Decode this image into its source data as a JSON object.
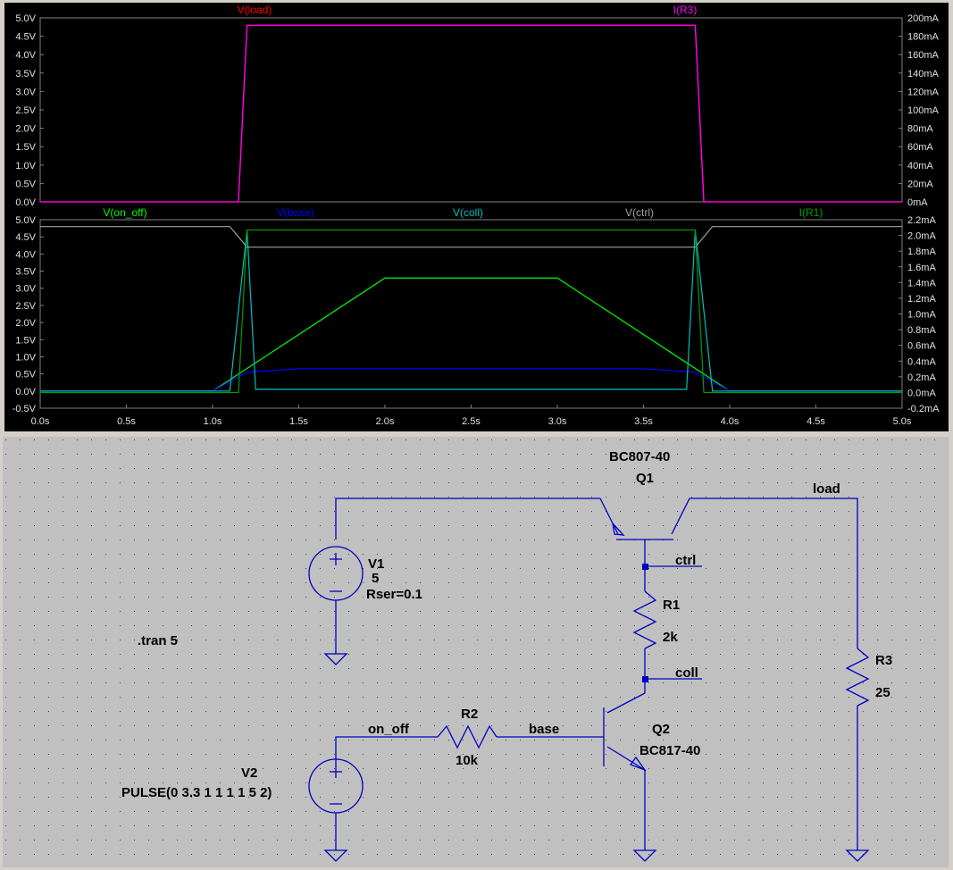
{
  "plot": {
    "top_pane": {
      "left_axis_ticks": [
        "5.0V",
        "4.5V",
        "4.0V",
        "3.5V",
        "3.0V",
        "2.5V",
        "2.0V",
        "1.5V",
        "1.0V",
        "0.5V",
        "0.0V"
      ],
      "right_axis_ticks": [
        "200mA",
        "180mA",
        "160mA",
        "140mA",
        "120mA",
        "100mA",
        "80mA",
        "60mA",
        "40mA",
        "20mA",
        "0mA"
      ],
      "trace_labels": [
        {
          "text": "V(load)",
          "color": "#ff0000"
        },
        {
          "text": "I(R3)",
          "color": "#ff00ff"
        }
      ]
    },
    "bottom_pane": {
      "left_axis_ticks": [
        "5.0V",
        "4.5V",
        "4.0V",
        "3.5V",
        "3.0V",
        "2.5V",
        "2.0V",
        "1.5V",
        "1.0V",
        "0.5V",
        "0.0V",
        "-0.5V"
      ],
      "right_axis_ticks": [
        "2.2mA",
        "2.0mA",
        "1.8mA",
        "1.6mA",
        "1.4mA",
        "1.2mA",
        "1.0mA",
        "0.8mA",
        "0.6mA",
        "0.4mA",
        "0.2mA",
        "0.0mA",
        "-0.2mA"
      ],
      "trace_labels": [
        {
          "text": "V(on_off)",
          "color": "#00ff00"
        },
        {
          "text": "V(base)",
          "color": "#0000ff"
        },
        {
          "text": "V(coll)",
          "color": "#00c0c0"
        },
        {
          "text": "V(ctrl)",
          "color": "#a0a0a0"
        },
        {
          "text": "I(R1)",
          "color": "#00a000"
        }
      ]
    },
    "x_axis_ticks": [
      "0.0s",
      "0.5s",
      "1.0s",
      "1.5s",
      "2.0s",
      "2.5s",
      "3.0s",
      "3.5s",
      "4.0s",
      "4.5s",
      "5.0s"
    ]
  },
  "chart_data": [
    {
      "type": "line",
      "x": [
        0,
        1.15,
        1.2,
        3.8,
        3.85,
        5
      ],
      "xlim": [
        0,
        5
      ],
      "ylim": [
        0,
        5
      ],
      "series": [
        {
          "name": "V(load)",
          "values": [
            0,
            0,
            4.8,
            4.8,
            0,
            0
          ],
          "color": "#ff0000"
        },
        {
          "name": "I(R3)",
          "values": [
            0,
            0,
            192,
            192,
            0,
            0
          ],
          "color": "#ff00ff",
          "unit": "mA"
        }
      ]
    },
    {
      "type": "line",
      "xlim": [
        0,
        5
      ],
      "ylim": [
        -0.5,
        5
      ],
      "series": [
        {
          "name": "V(on_off)",
          "x": [
            0,
            1,
            2,
            3,
            4,
            5
          ],
          "values": [
            0,
            0,
            3.3,
            3.3,
            0,
            0
          ],
          "color": "#00ff00"
        },
        {
          "name": "V(base)",
          "x": [
            0,
            1,
            1.2,
            1.5,
            3.5,
            3.8,
            4,
            5
          ],
          "values": [
            0,
            0,
            0.55,
            0.65,
            0.65,
            0.55,
            0,
            0
          ],
          "color": "#0000ff"
        },
        {
          "name": "V(coll)",
          "x": [
            0,
            1.1,
            1.2,
            1.25,
            3.75,
            3.8,
            3.9,
            5
          ],
          "values": [
            0,
            0,
            4.7,
            0.05,
            0.05,
            4.7,
            0,
            0
          ],
          "color": "#00c0c0"
        },
        {
          "name": "V(ctrl)",
          "x": [
            0,
            1.1,
            1.2,
            3.8,
            3.9,
            5
          ],
          "values": [
            4.8,
            4.8,
            4.2,
            4.2,
            4.8,
            4.8
          ],
          "color": "#a0a0a0"
        },
        {
          "name": "I(R1)",
          "x": [
            0,
            1.15,
            1.2,
            3.8,
            3.85,
            5
          ],
          "values": [
            0,
            0,
            2.07,
            2.07,
            0,
            0
          ],
          "color": "#00a000",
          "unit": "mA"
        }
      ]
    }
  ],
  "schematic": {
    "q1_model": "BC807-40",
    "q1_name": "Q1",
    "load_net": "load",
    "ctrl_net": "ctrl",
    "coll_net": "coll",
    "base_net": "base",
    "on_off_net": "on_off",
    "v1_name": "V1",
    "v1_value": "5",
    "v1_rser": "Rser=0.1",
    "r1_name": "R1",
    "r1_value": "2k",
    "r2_name": "R2",
    "r2_value": "10k",
    "r3_name": "R3",
    "r3_value": "25",
    "q2_name": "Q2",
    "q2_model": "BC817-40",
    "v2_name": "V2",
    "v2_value": "PULSE(0 3.3 1 1 1 1 5 2)",
    "tran_directive": ".tran 5"
  }
}
